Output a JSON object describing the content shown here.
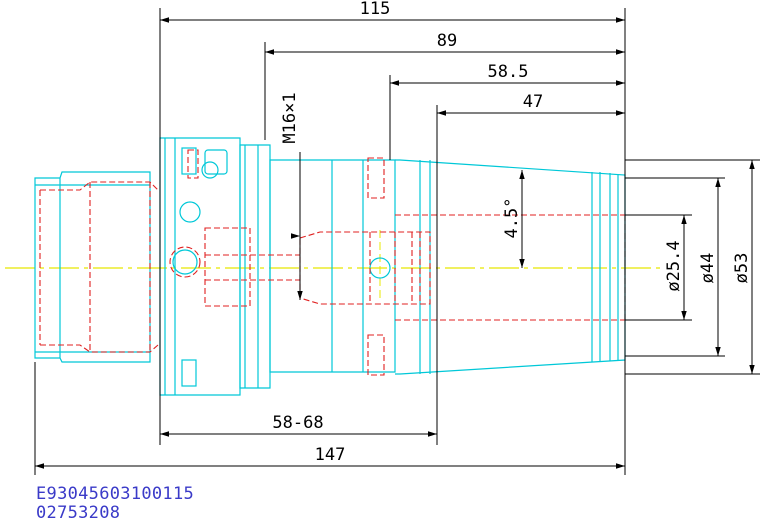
{
  "dimensions": {
    "length_115": "115",
    "length_89": "89",
    "length_58_5": "58.5",
    "length_47": "47",
    "thread": "M16×1",
    "angle": "4.5°",
    "bore": "ø25.4",
    "dia_44": "ø44",
    "dia_53": "ø53",
    "range_58_68": "58-68",
    "total_147": "147"
  },
  "codes": {
    "part_number": "E93045603100115",
    "serial": "02753208"
  },
  "colors": {
    "outline": "#00c8d8",
    "hidden": "#e02020",
    "centerline": "#e8e800",
    "dimension": "#000000",
    "code_text": "#3a3ac8"
  }
}
